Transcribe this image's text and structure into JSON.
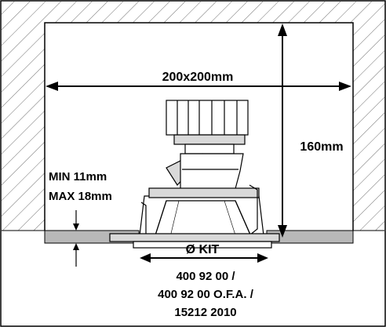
{
  "diagram": {
    "width_label": "200x200mm",
    "height_label": "160mm",
    "thickness_min_label": "MIN 11mm",
    "thickness_max_label": "MAX 18mm",
    "kit_label": "Ø KIT",
    "codes": [
      "400 92 00 /",
      "400 92 00 O.F.A. /",
      "15212 2010"
    ]
  },
  "colors": {
    "background": "#ffffff",
    "line": "#000000",
    "ceiling_board": "#b8b8b8",
    "fixture_grey": "#d9d9d9",
    "hatch": "#707070"
  }
}
